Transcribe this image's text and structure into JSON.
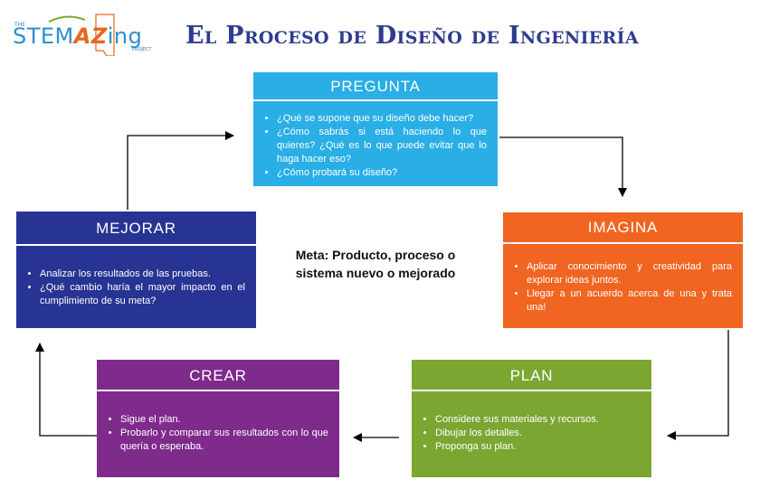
{
  "logo": {
    "the": "THE",
    "stem": "STEM",
    "az": "AZ",
    "ing": "ing",
    "project": "PROJECT"
  },
  "title": "El Proceso de Diseño de Ingeniería",
  "center_text": "Meta: Producto, proceso o sistema nuevo o mejorado",
  "steps": {
    "pregunta": {
      "header": "PREGUNTA",
      "color": "#29aee6",
      "bullets": [
        "¿Qué se supone que su diseño debe hacer?",
        "¿Cómo sabrás si está haciendo lo que quieres? ¿Qué es lo que puede evitar que lo haga hacer eso?",
        "¿Cómo probará su diseño?"
      ]
    },
    "imagina": {
      "header": "IMAGINA",
      "color": "#f06522",
      "bullets": [
        "Aplicar conocimiento y creatividad para explorar ideas juntos.",
        "Llegar a un acuerdo acerca de una y trata una!"
      ]
    },
    "plan": {
      "header": "PLAN",
      "color": "#7ba632",
      "bullets": [
        "Considere sus materiales y recursos.",
        "Dibujar los detalles.",
        "Proponga su plan."
      ]
    },
    "crear": {
      "header": "CREAR",
      "color": "#7e2b8c",
      "bullets": [
        "Sigue el plan.",
        "Probarlo y comparar sus resultados con lo que quería o esperaba."
      ]
    },
    "mejorar": {
      "header": "MEJORAR",
      "color": "#283493",
      "bullets": [
        "Analizar los resultados de las pruebas.",
        "¿Qué cambio haría el mayor impacto en el cumplimiento de su meta?"
      ]
    }
  }
}
